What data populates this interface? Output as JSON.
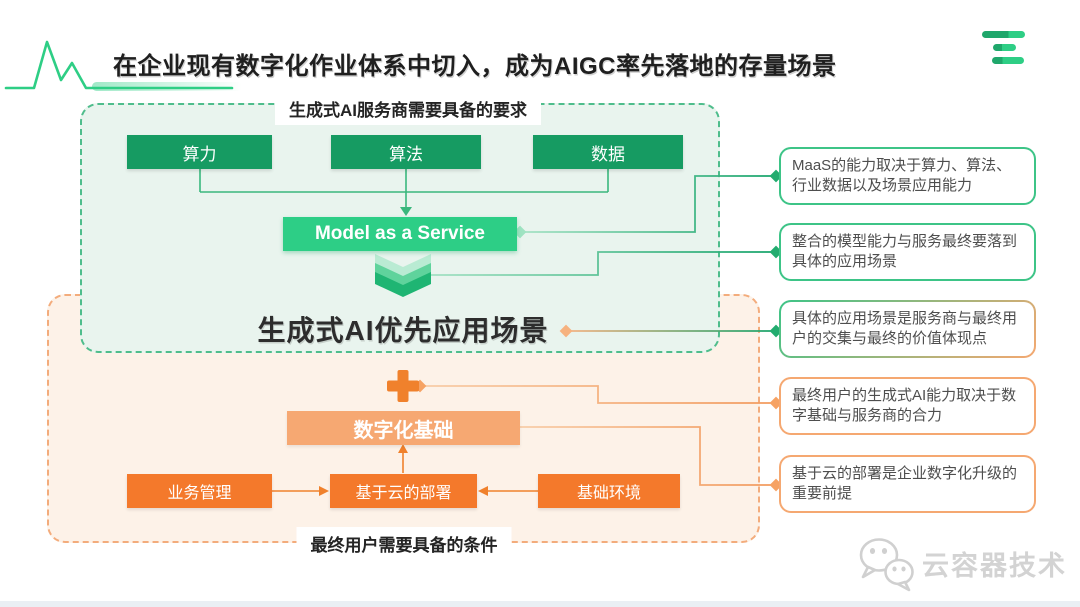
{
  "slide": {
    "title": "在企业现有数字化作业体系中切入，成为AIGC率先落地的存量场景"
  },
  "provider_panel": {
    "label": "生成式AI服务商需要具备的要求",
    "boxes": [
      "算力",
      "算法",
      "数据"
    ],
    "maas_label": "Model as a Service"
  },
  "scene": {
    "title": "生成式AI优先应用场景"
  },
  "user_panel": {
    "label": "最终用户需要具备的条件",
    "digital_base_label": "数字化基础",
    "boxes": [
      "业务管理",
      "基于云的部署",
      "基础环境"
    ]
  },
  "callouts": [
    {
      "text": "MaaS的能力取决于算力、算法、行业数据以及场景应用能力",
      "style": "green"
    },
    {
      "text": "整合的模型能力与服务最终要落到具体的应用场景",
      "style": "green"
    },
    {
      "text": "具体的应用场景是服务商与最终用户的交集与最终的价值体现点",
      "style": "green-orange-gradient"
    },
    {
      "text": "最终用户的生成式AI能力取决于数字基础与服务商的合力",
      "style": "orange"
    },
    {
      "text": "基于云的部署是企业数字化升级的重要前提",
      "style": "orange"
    }
  ],
  "watermark": {
    "text": "云容器技术",
    "icon": "wechat-icon"
  },
  "colors": {
    "green_dark": "#169B62",
    "green_bright": "#2ECE85",
    "green_border": "#3DC487",
    "orange_solid": "#F4792B",
    "orange_light": "#F6A872",
    "orange_border": "#F5A871",
    "title_text": "#1F1F1F",
    "callout_text": "#4E4E4E",
    "watermark_gray": "#D3D3D3"
  }
}
